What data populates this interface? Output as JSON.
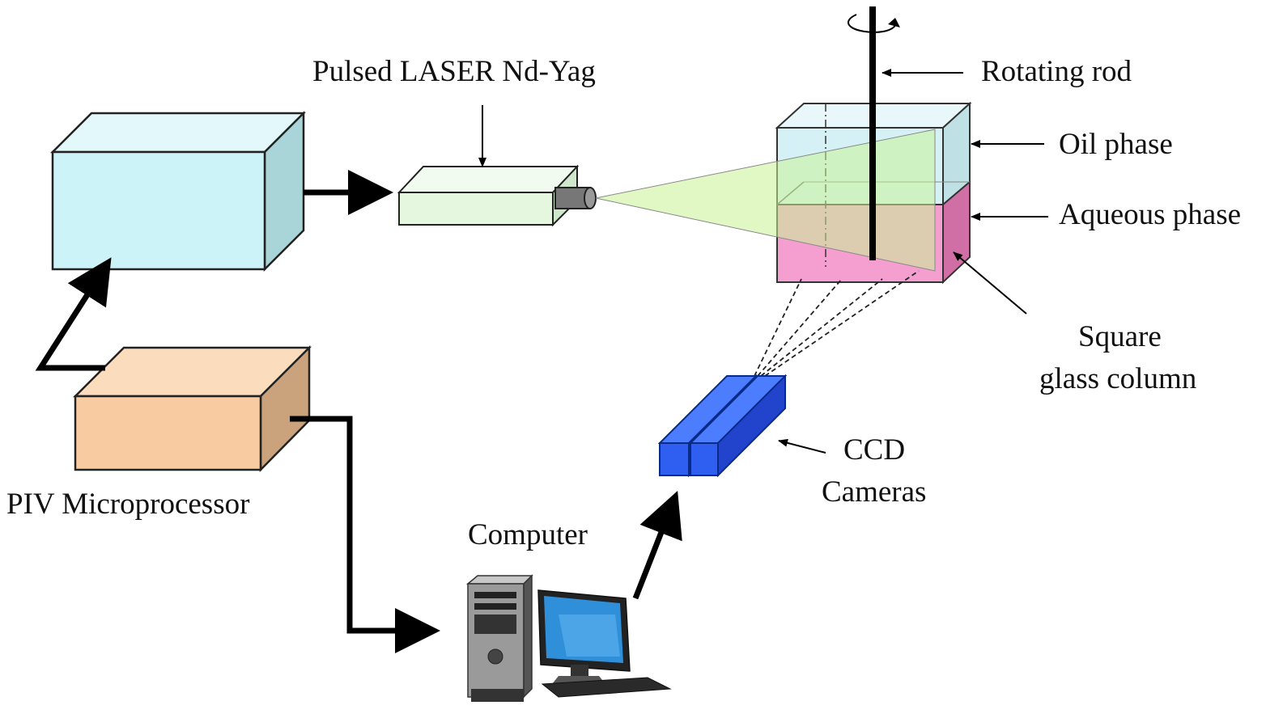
{
  "labels": {
    "laser": "Pulsed LASER Nd-Yag",
    "rotating_rod": "Rotating rod",
    "oil_phase": "Oil phase",
    "aqueous_phase": "Aqueous phase",
    "square_line1": "Square",
    "square_line2": "glass column",
    "ccd_line1": "CCD",
    "ccd_line2": "Cameras",
    "piv": "PIV Microprocessor",
    "computer": "Computer"
  },
  "colors": {
    "laser_power_box": "#ccf3f7",
    "laser_head": "#e6f7e0",
    "microprocessor": "#f8cba0",
    "oil_phase": "#d5f1f5",
    "aqueous_phase": "#f49fd0",
    "light_sheet": "#d9f7b0",
    "camera": "#2255dd",
    "arrow": "#000000"
  },
  "icons": {
    "rotation": "rotation-arrow-icon",
    "computer": "desktop-computer-icon"
  }
}
